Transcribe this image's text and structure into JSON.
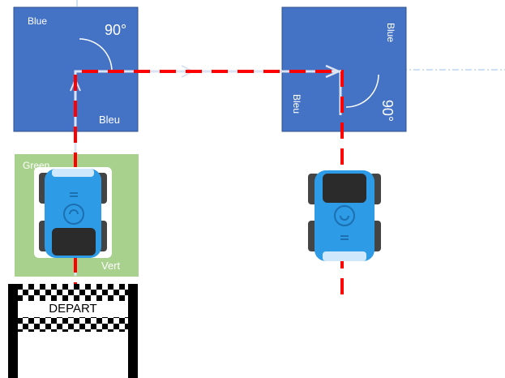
{
  "squares": {
    "left": {
      "top_label": "Blue",
      "bottom_label": "Bleu",
      "angle_label": "90°",
      "color": "#4472c4"
    },
    "right": {
      "top_label": "Blue",
      "bottom_label": "Bleu",
      "angle_label": "90°",
      "color": "#4472c4"
    }
  },
  "start_zone": {
    "top_label": "Green",
    "bottom_label": "Vert",
    "color": "#a9d18e"
  },
  "gate": {
    "label": "DEPART"
  },
  "colors": {
    "path_dash": "#ff0000",
    "path_arrow": "#cfd8ec",
    "robot_body": "#2e9be6",
    "robot_dark": "#2b2b2b",
    "gate_black": "#000000"
  }
}
